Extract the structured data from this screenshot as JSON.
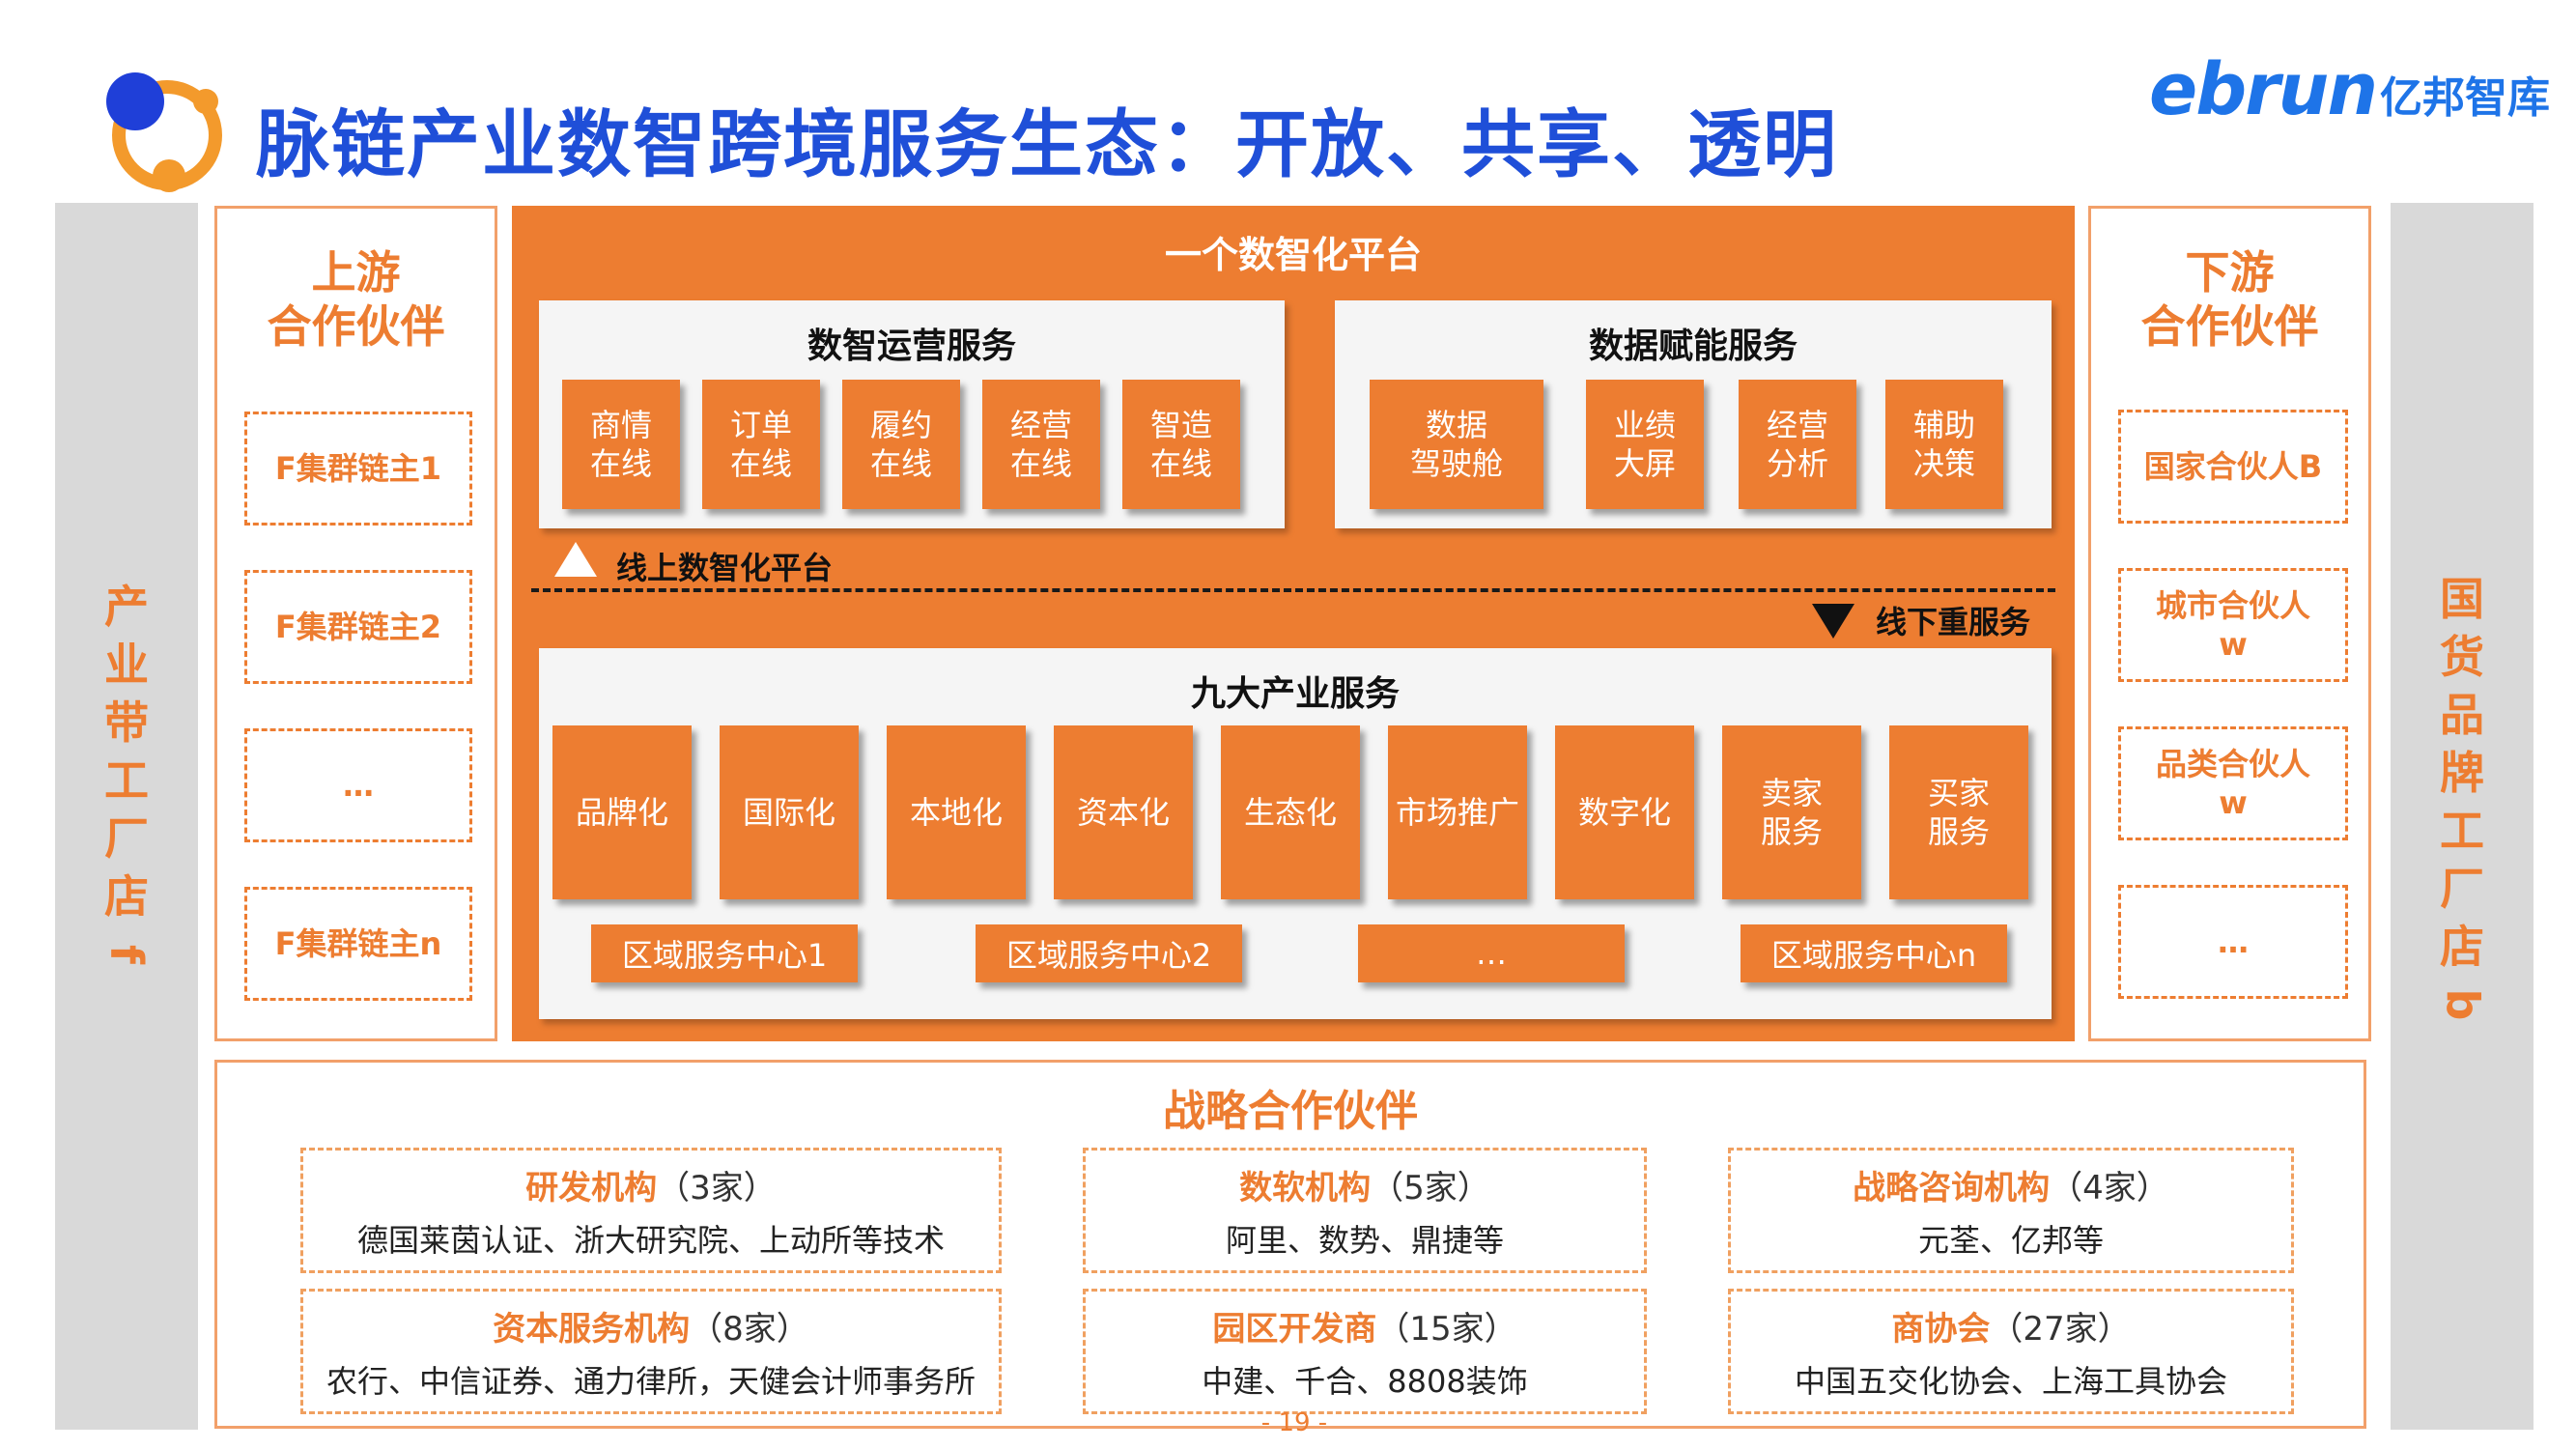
{
  "header": {
    "title": "脉链产业数智跨境服务生态：开放、共享、透明",
    "logo_en": "ebrun",
    "logo_cn": "亿邦智库"
  },
  "left_side": {
    "chars": [
      "产",
      "业",
      "带",
      "工",
      "厂",
      "店"
    ],
    "letter": "f"
  },
  "right_side": {
    "chars": [
      "国",
      "货",
      "品",
      "牌",
      "工",
      "厂",
      "店"
    ],
    "letter": "b"
  },
  "upstream": {
    "title_line1": "上游",
    "title_line2": "合作伙伴",
    "items": [
      "F集群链主1",
      "F集群链主2",
      "…",
      "F集群链主n"
    ]
  },
  "downstream": {
    "title_line1": "下游",
    "title_line2": "合作伙伴",
    "items": [
      {
        "line1": "国家合伙人B",
        "line2": ""
      },
      {
        "line1": "城市合伙人",
        "line2": "w"
      },
      {
        "line1": "品类合伙人",
        "line2": "w"
      },
      {
        "line1": "…",
        "line2": ""
      }
    ]
  },
  "platform": {
    "title": "一个数智化平台",
    "online_label": "线上数智化平台",
    "offline_label": "线下重服务",
    "ops": {
      "title": "数智运营服务",
      "tiles": [
        {
          "line1": "商情",
          "line2": "在线"
        },
        {
          "line1": "订单",
          "line2": "在线"
        },
        {
          "line1": "履约",
          "line2": "在线"
        },
        {
          "line1": "经营",
          "line2": "在线"
        },
        {
          "line1": "智造",
          "line2": "在线"
        }
      ]
    },
    "data": {
      "title": "数据赋能服务",
      "tiles": [
        {
          "line1": "数据",
          "line2": "驾驶舱"
        },
        {
          "line1": "业绩",
          "line2": "大屏"
        },
        {
          "line1": "经营",
          "line2": "分析"
        },
        {
          "line1": "辅助",
          "line2": "决策"
        }
      ]
    },
    "industry": {
      "title": "九大产业服务",
      "tiles": [
        {
          "line1": "品牌化",
          "line2": ""
        },
        {
          "line1": "国际化",
          "line2": ""
        },
        {
          "line1": "本地化",
          "line2": ""
        },
        {
          "line1": "资本化",
          "line2": ""
        },
        {
          "line1": "生态化",
          "line2": ""
        },
        {
          "line1": "市场推广",
          "line2": ""
        },
        {
          "line1": "数字化",
          "line2": ""
        },
        {
          "line1": "卖家",
          "line2": "服务"
        },
        {
          "line1": "买家",
          "line2": "服务"
        }
      ],
      "regions": [
        "区域服务中心1",
        "区域服务中心2",
        "…",
        "区域服务中心n"
      ]
    }
  },
  "strategic": {
    "title": "战略合作伙伴",
    "items": [
      {
        "name": "研发机构",
        "count": "（3家）",
        "desc": "德国莱茵认证、浙大研究院、上动所等技术"
      },
      {
        "name": "数软机构",
        "count": "（5家）",
        "desc": "阿里、数势、鼎捷等"
      },
      {
        "name": "战略咨询机构",
        "count": "（4家）",
        "desc": "元荃、亿邦等"
      },
      {
        "name": "资本服务机构",
        "count": "（8家）",
        "desc": "农行、中信证券、通力律所，天健会计师事务所"
      },
      {
        "name": "园区开发商",
        "count": "（15家）",
        "desc": "中建、千合、8808装饰"
      },
      {
        "name": "商协会",
        "count": "（27家）",
        "desc": "中国五交化协会、上海工具协会"
      }
    ]
  },
  "page_number": "- 19 -",
  "colors": {
    "accent_orange": "#ed7d31",
    "title_blue": "#1f4fd8",
    "logo_blue": "#1e74e8",
    "side_grey": "#d9d9d9"
  }
}
